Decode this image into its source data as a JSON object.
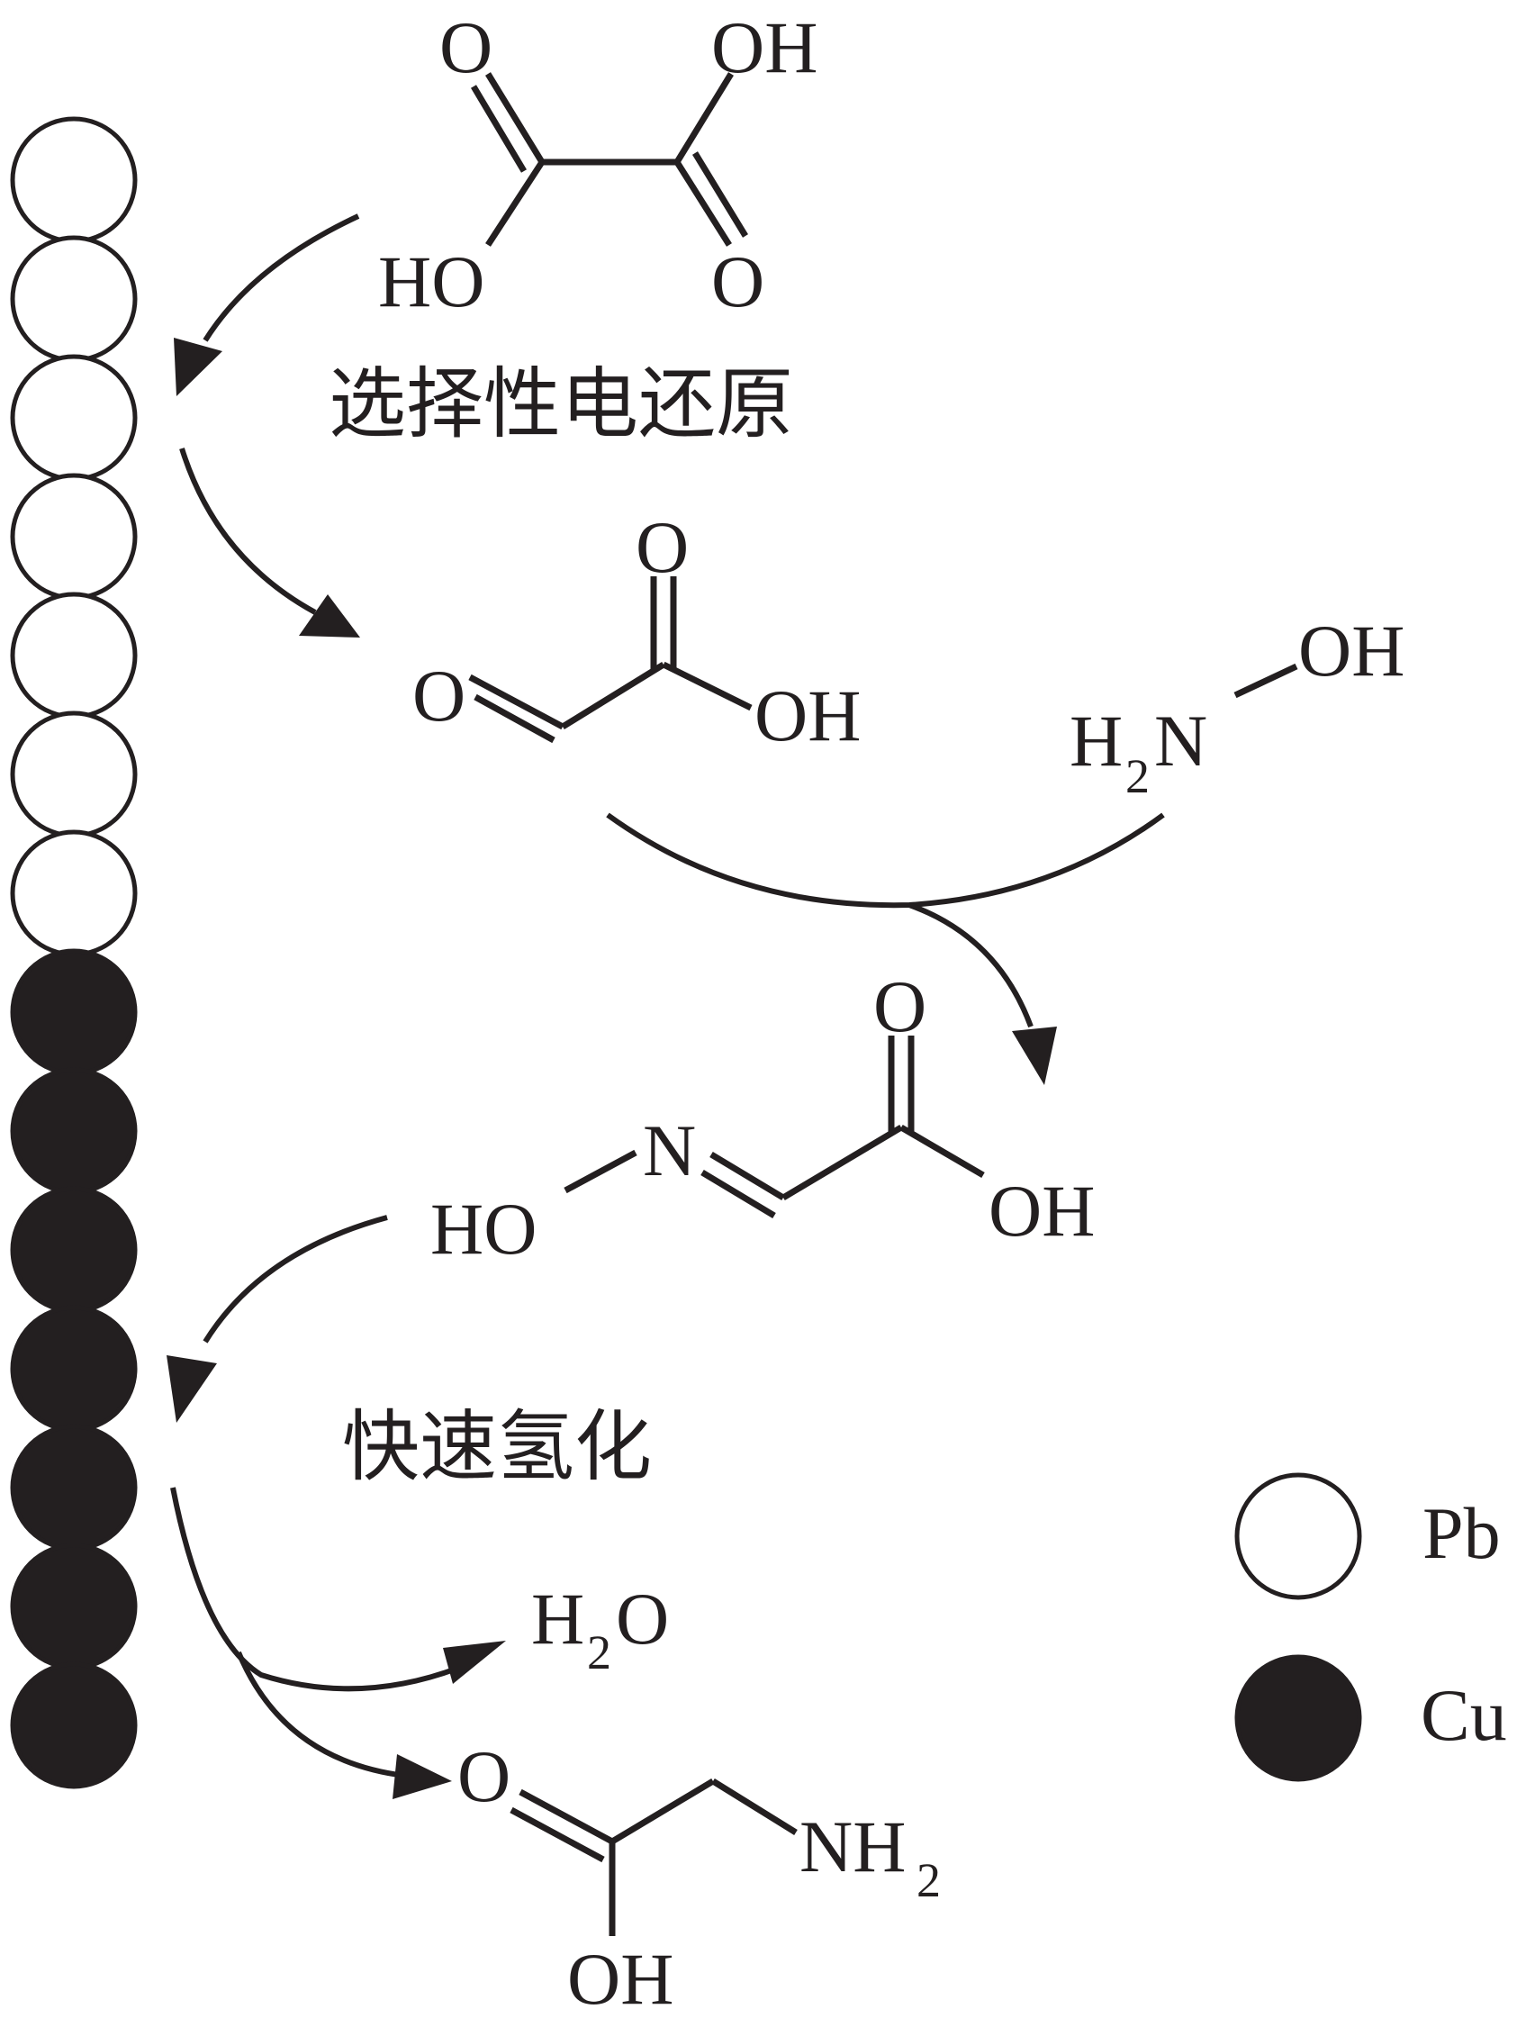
{
  "atom_column": {
    "pb_count": 7,
    "cu_count": 7,
    "pb_color": "#ffffff",
    "cu_color": "#231f20",
    "outline_color": "#231f20"
  },
  "steps": {
    "selective_reduction": "选择性电还原",
    "fast_hydrogenation": "快速氢化"
  },
  "legend": {
    "pb": "Pb",
    "cu": "Cu"
  },
  "molecules": {
    "oxalic_acid": {
      "o_top": "O",
      "oh_top": "OH",
      "ho_bottom": "HO",
      "o_bottom": "O"
    },
    "glyoxylic_acid": {
      "o_left": "O",
      "o_top": "O",
      "oh_right": "OH"
    },
    "hydroxylamine": {
      "oh": "OH",
      "h": "H",
      "sub_2": "2",
      "n": "N"
    },
    "oxime": {
      "o_top": "O",
      "n": "N",
      "ho": "HO",
      "oh": "OH"
    },
    "water": {
      "h": "H",
      "sub_2": "2",
      "o": "O"
    },
    "glycine": {
      "o": "O",
      "nh": "NH",
      "sub_2": "2",
      "oh": "OH"
    }
  }
}
